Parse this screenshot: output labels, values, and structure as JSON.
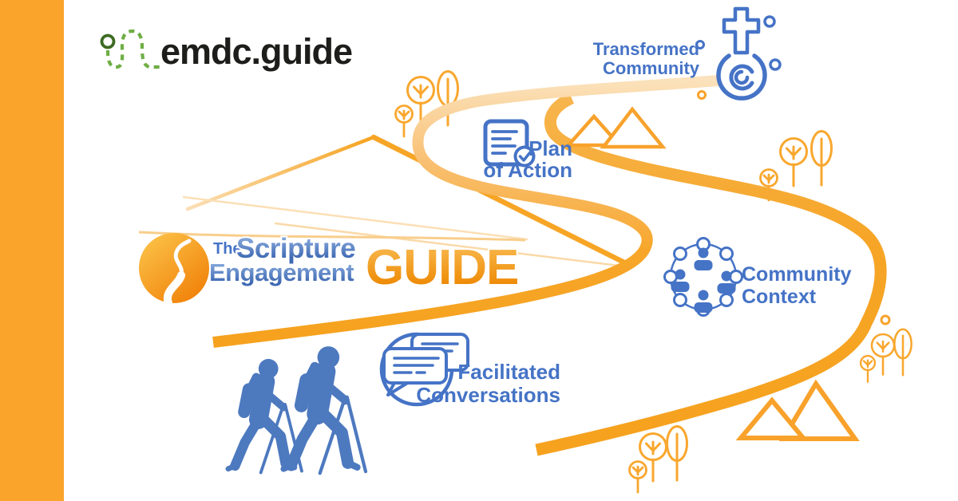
{
  "brand": {
    "logo_text": "emdc.guide",
    "icon": "dashed-trail-icon"
  },
  "center_logo": {
    "prefix": "The",
    "word1": "Scripture",
    "word2": "Engagement",
    "word3": "GUIDE",
    "icon": "winding-road-circle-icon"
  },
  "journey": {
    "stages": [
      {
        "id": "facilitated-conversations",
        "line1": "Facilitated",
        "line2": "Conversations",
        "icon": "speech-bubbles-icon"
      },
      {
        "id": "community-context",
        "line1": "Community",
        "line2": "Context",
        "icon": "people-network-icon"
      },
      {
        "id": "plan-of-action",
        "line1": "Plan",
        "line2": "of Action",
        "icon": "checklist-document-icon"
      },
      {
        "id": "transformed-community",
        "line1": "Transformed",
        "line2": "Community",
        "icon": "cross-marker-icon"
      }
    ],
    "scenery": [
      "winding-trail",
      "mountains",
      "trees",
      "hikers"
    ]
  },
  "colors": {
    "left_bar": "#FAA42B",
    "trail_orange": "#F6A21E",
    "trail_pale": "#FBE2BC",
    "scenery_orange": "#F9A72E",
    "stage_blue": "#4573C6",
    "hiker_blue": "#4D79BF",
    "brand_text": "#1D1D1B",
    "brand_green_dark": "#3C6B22",
    "brand_green_light": "#6FAE44"
  }
}
